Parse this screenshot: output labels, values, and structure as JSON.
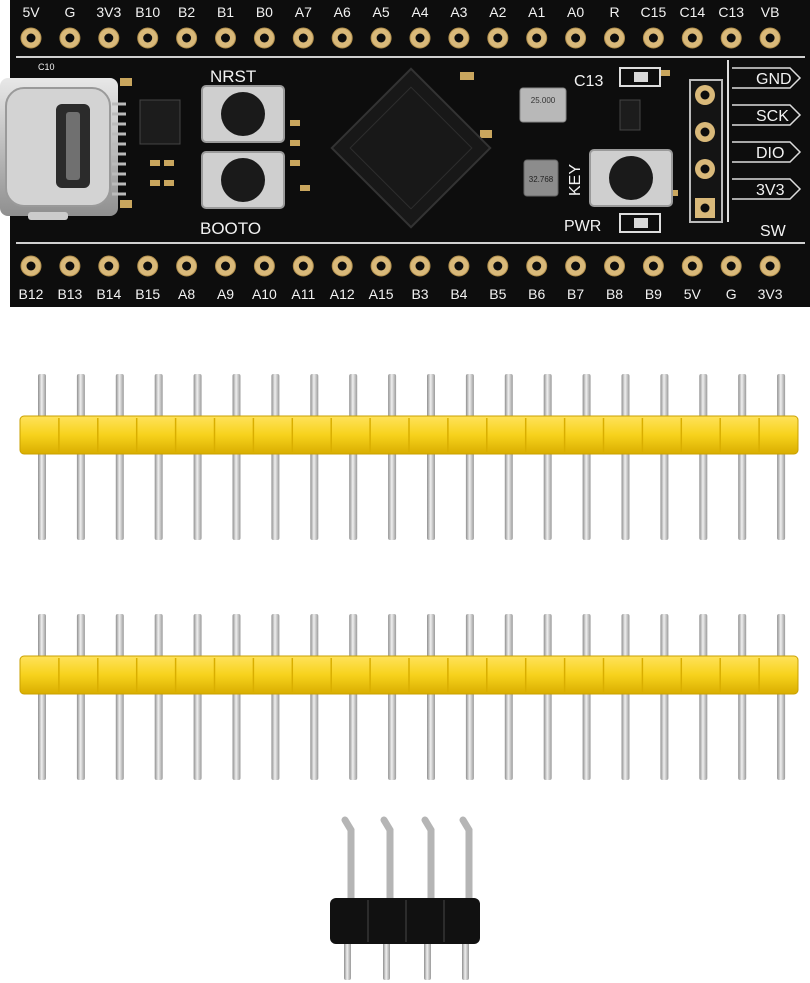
{
  "board": {
    "top_pins": [
      "5V",
      "G",
      "3V3",
      "B10",
      "B2",
      "B1",
      "B0",
      "A7",
      "A6",
      "A5",
      "A4",
      "A3",
      "A2",
      "A1",
      "A0",
      "R",
      "C15",
      "C14",
      "C13",
      "VB"
    ],
    "bottom_pins": [
      "B12",
      "B13",
      "B14",
      "B15",
      "A8",
      "A9",
      "A10",
      "A11",
      "A12",
      "A15",
      "B3",
      "B4",
      "B5",
      "B6",
      "B7",
      "B8",
      "B9",
      "5V",
      "G",
      "3V3"
    ],
    "swd_pins": [
      "GND",
      "SCK",
      "DIO",
      "3V3"
    ],
    "swd_label": "SW",
    "labels": {
      "nrst": "NRST",
      "boot0": "BOOTO",
      "key": "KEY",
      "pwr": "PWR",
      "c13": "C13",
      "c10": "C10",
      "crystal_top": "25.000",
      "crystal_bottom": "32.768"
    }
  },
  "colors": {
    "pcb": "#0d0d0d",
    "pad": "#d9b97a",
    "header_plastic": "#f7d21c",
    "pin_metal": "#c9c9c9",
    "black_header": "#111111"
  }
}
